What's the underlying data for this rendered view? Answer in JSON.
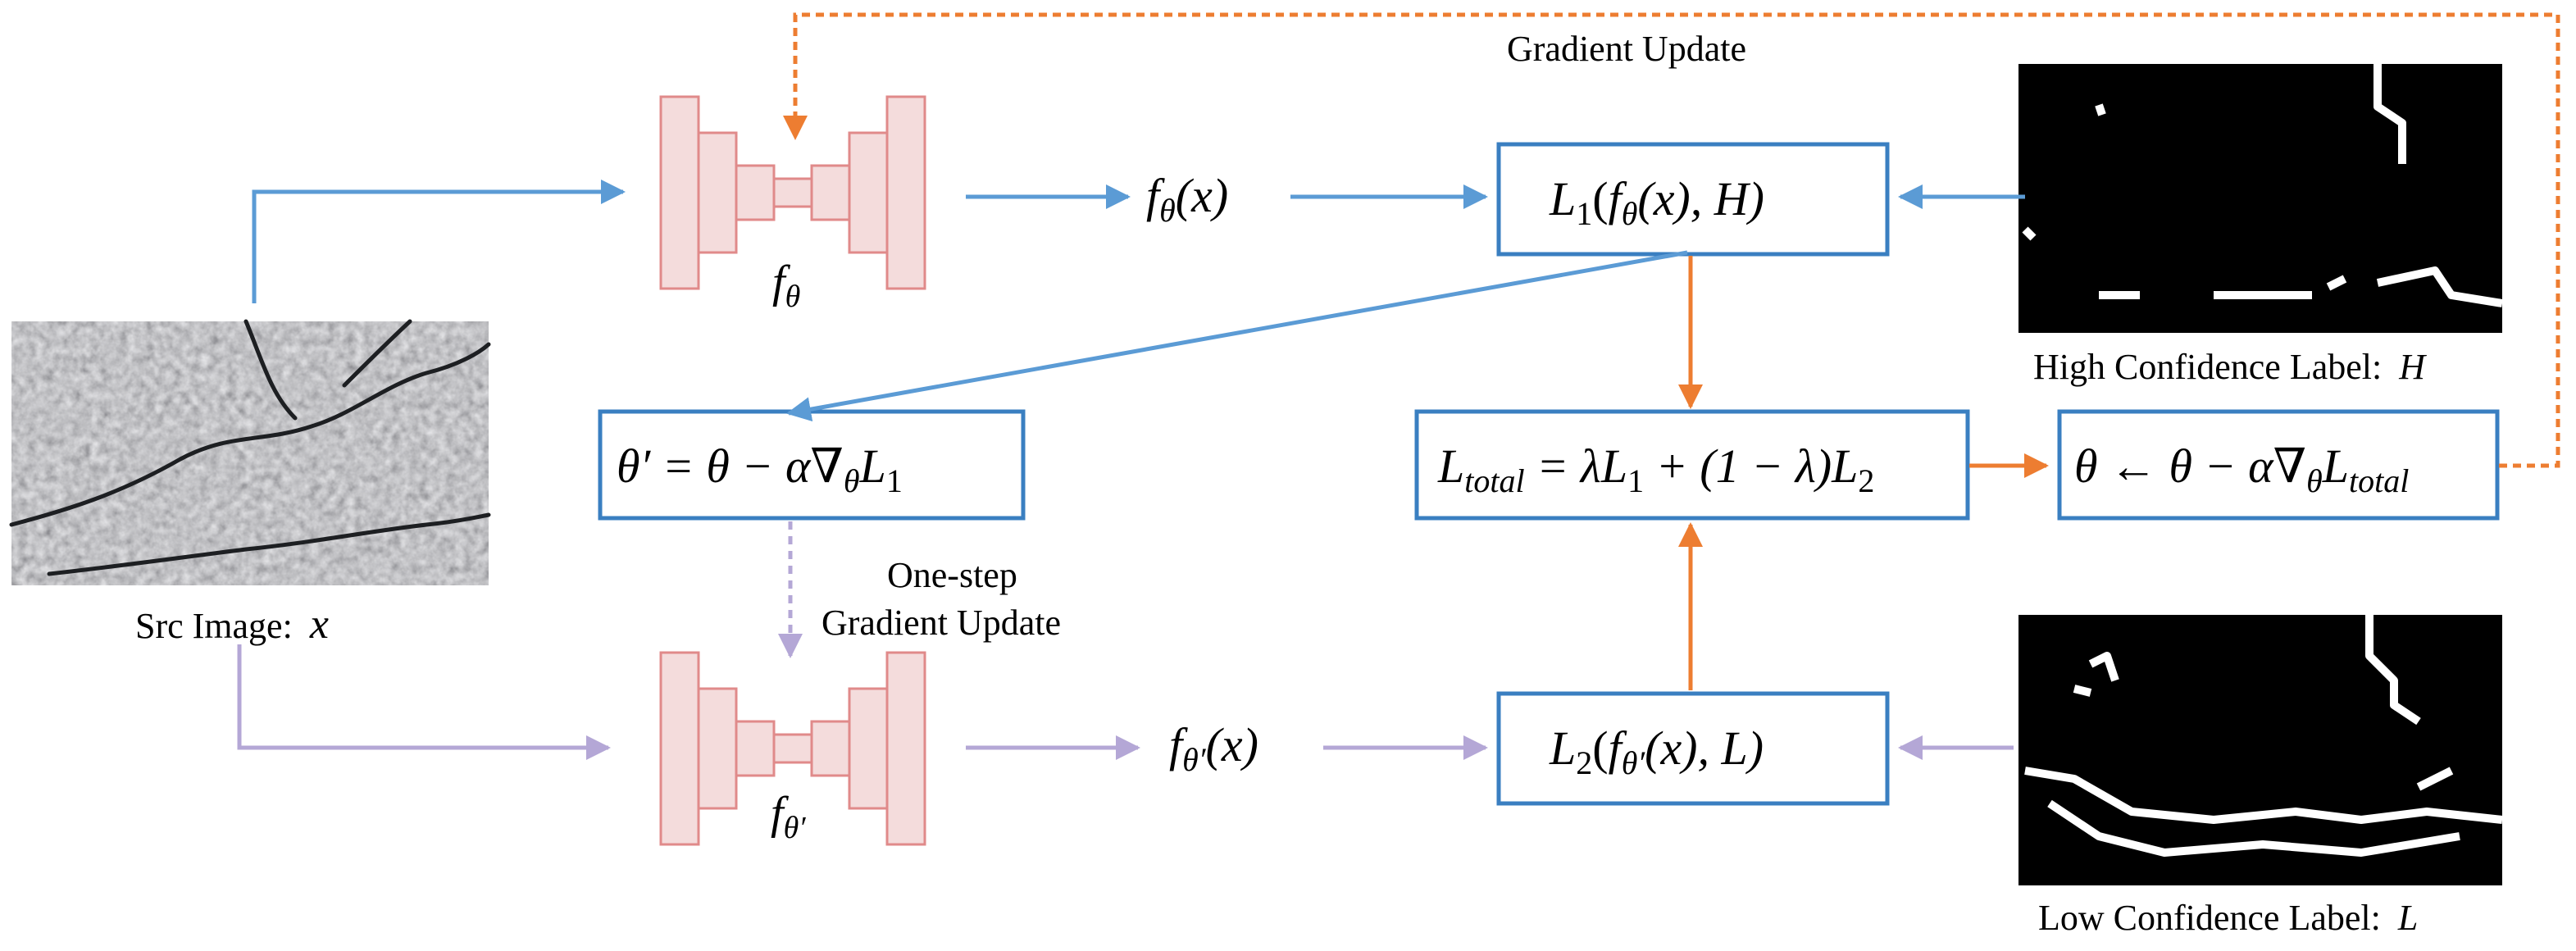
{
  "colors": {
    "blue": "#5b9bd5",
    "purple": "#b4a7d6",
    "orange": "#ed7d31",
    "net_fill": "#f4dcdc",
    "net_stroke": "#e08a8a",
    "box_stroke": "#3a7fc1"
  },
  "labels": {
    "gradient_update": "Gradient Update",
    "one_step_line1": "One-step",
    "one_step_line2": "Gradient Update",
    "src_image": "Src Image:",
    "src_var": "x",
    "high_label": "High Confidence Label:",
    "high_var": "H",
    "low_label": "Low Confidence Label:",
    "low_var": "L"
  },
  "formulas": {
    "f_theta": {
      "f": "f",
      "sub": "θ"
    },
    "f_theta_prime": {
      "f": "f",
      "sub": "θ′"
    },
    "f_theta_x": {
      "f": "f",
      "sub": "θ",
      "arg": "(x)"
    },
    "f_theta_prime_x": {
      "f": "f",
      "sub": "θ′",
      "arg": "(x)"
    },
    "L1": {
      "L": "L",
      "sub": "1",
      "pre": "(",
      "f": "f",
      "fsub": "θ",
      "post": "(x), H)"
    },
    "L2": {
      "L": "L",
      "sub": "2",
      "pre": "(",
      "f": "f",
      "fsub": "θ′",
      "post": "(x), L)"
    },
    "theta_prime": {
      "a": "θ′ = θ − α∇",
      "asub": "θ",
      "b": "L",
      "bsub": "1"
    },
    "L_total": {
      "a": "L",
      "asub": "total",
      "b": " = λL",
      "bsub": "1",
      "c": " + (1 − λ)L",
      "csub": "2"
    },
    "theta_update": {
      "a": "θ ← θ − α∇",
      "asub": "θ",
      "b": "L",
      "bsub": "total"
    }
  },
  "icons": [
    "network-icon",
    "source-image",
    "mask-image"
  ]
}
